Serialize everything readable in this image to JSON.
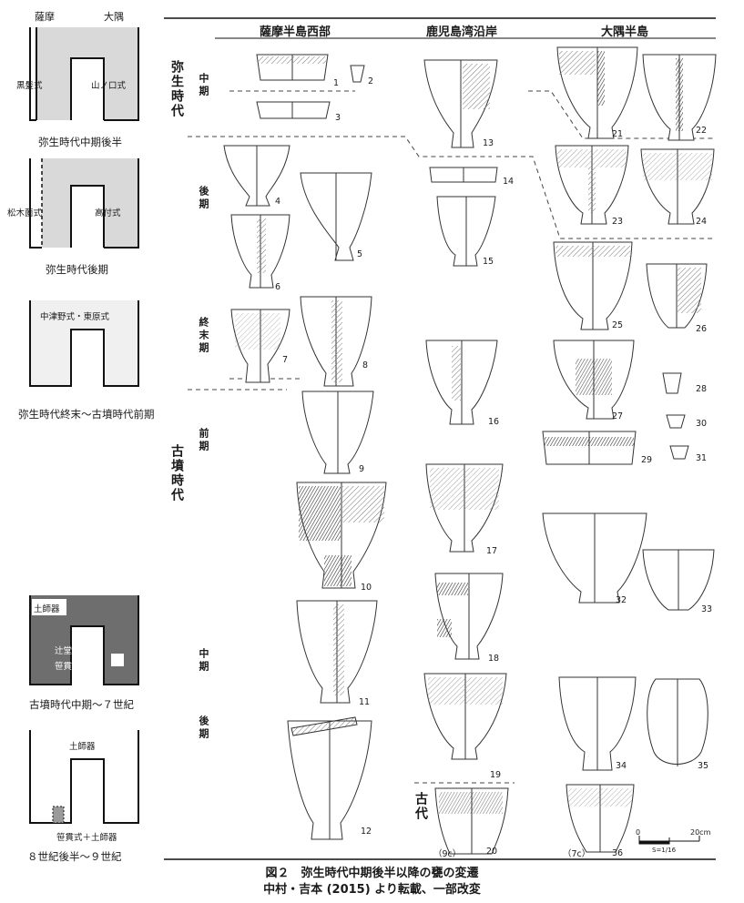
{
  "column_headers": [
    "薩摩半島西部",
    "鹿児島湾沿岸",
    "大隅半島"
  ],
  "periods": {
    "yayoi": "弥生時代",
    "kofun": "古墳時代",
    "kodai": "古代",
    "yayoi_middle": "中期",
    "yayoi_late": "後期",
    "yayoi_final": "終末期",
    "kofun_early": "前期",
    "kofun_middle": "中期",
    "kofun_late": "後期"
  },
  "diagrams": [
    {
      "top_left": "薩摩",
      "top_right": "大隅",
      "left_label": "黒髪式",
      "right_label": "山ノ口式",
      "caption": "弥生時代中期後半"
    },
    {
      "left_label": "松木薗式",
      "right_label": "高付式",
      "caption": "弥生時代後期"
    },
    {
      "inner_label": "中津野式・東原式",
      "caption": "弥生時代終末～古墳時代前期"
    },
    {
      "corner_label": "土師器",
      "inner_label_1": "辻堂原式",
      "inner_label_2": "笹貫式",
      "caption": "古墳時代中期～７世紀"
    },
    {
      "top_label": "土師器",
      "bottom_label": "笹貫式＋土師器",
      "caption": "８世紀後半～９世紀"
    }
  ],
  "figure_numbers": [
    "1",
    "2",
    "3",
    "4",
    "5",
    "6",
    "7",
    "8",
    "9",
    "10",
    "11",
    "12",
    "13",
    "14",
    "15",
    "16",
    "17",
    "18",
    "19",
    "20",
    "21",
    "22",
    "23",
    "24",
    "25",
    "26",
    "27",
    "28",
    "29",
    "30",
    "31",
    "32",
    "33",
    "34",
    "35",
    "36"
  ],
  "century_marks": {
    "c9": "（9c）",
    "c7": "（7c）"
  },
  "scale_bar": {
    "zero": "0",
    "max": "20cm",
    "ratio": "S=1/16"
  },
  "figure_caption": {
    "line1": "図２　弥生時代中期後半以降の甕の変遷",
    "line2": "中村・吉本 (2015) より転載、一部改変"
  }
}
